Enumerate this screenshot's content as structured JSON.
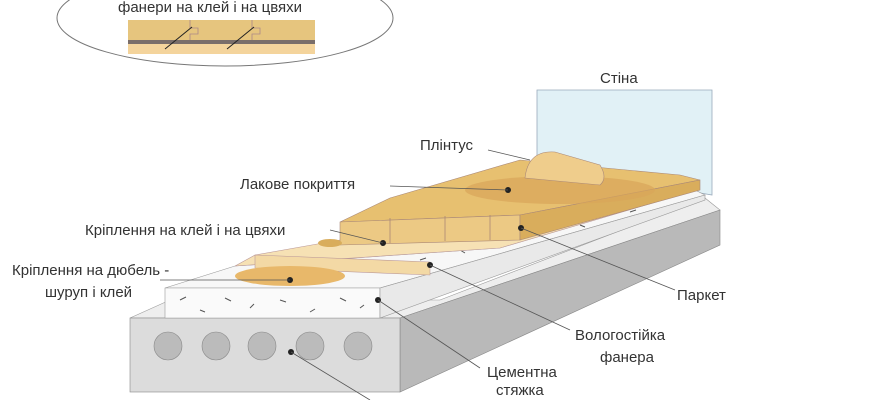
{
  "inset": {
    "caption": "фанери на клей і на цвяхи"
  },
  "labels": {
    "wall": "Стіна",
    "plinth": "Плінтус",
    "lacquer": "Лакове покриття",
    "glue_nails": "Кріплення на клей і на цвяхи",
    "dowel_line1": "Кріплення на дюбель -",
    "dowel_line2": "шуруп і клей",
    "parquet": "Паркет",
    "plywood_line1": "Вологостійка",
    "plywood_line2": "фанера",
    "screed_line1": "Цементна",
    "screed_line2": "стяжка"
  },
  "colors": {
    "wood": "#e8c27a",
    "wood_light": "#f5dba0",
    "wall": "#dff0f5",
    "concrete": "#cfcfcf"
  }
}
